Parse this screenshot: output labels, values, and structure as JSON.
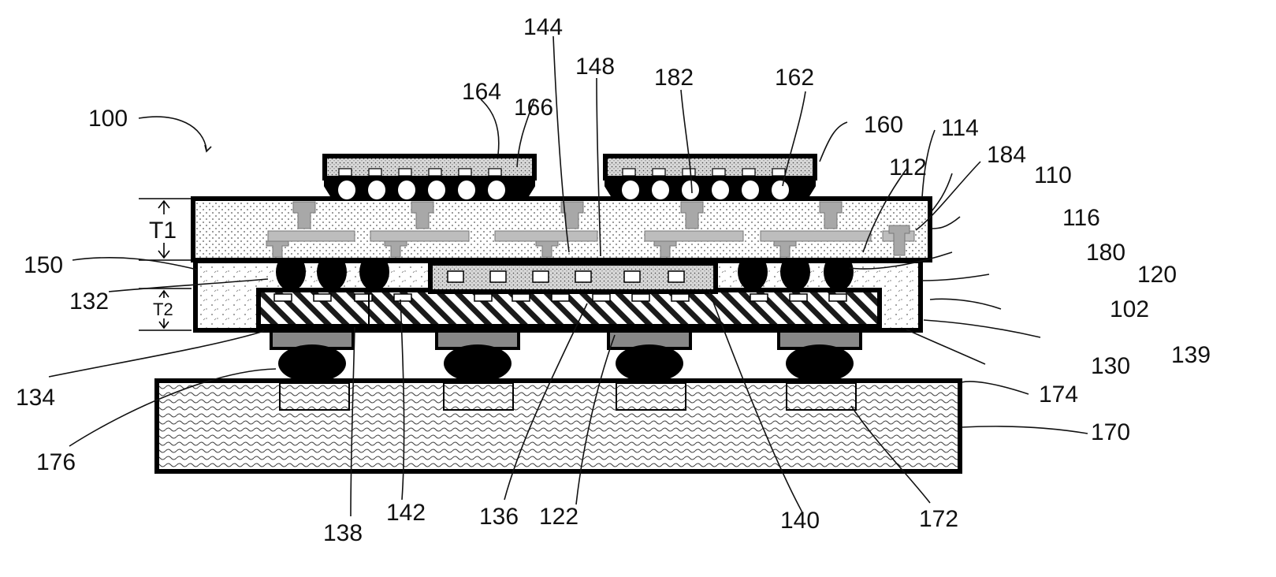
{
  "figure": {
    "labels": {
      "ref_100": "100",
      "ref_102": "102",
      "ref_110": "110",
      "ref_112": "112",
      "ref_114": "114",
      "ref_116": "116",
      "ref_120": "120",
      "ref_122": "122",
      "ref_130": "130",
      "ref_132": "132",
      "ref_134": "134",
      "ref_136": "136",
      "ref_138": "138",
      "ref_139": "139",
      "ref_140": "140",
      "ref_142": "142",
      "ref_144": "144",
      "ref_148": "148",
      "ref_150": "150",
      "ref_160": "160",
      "ref_162": "162",
      "ref_164": "164",
      "ref_166": "166",
      "ref_170": "170",
      "ref_172": "172",
      "ref_174": "174",
      "ref_176": "176",
      "ref_180": "180",
      "ref_182": "182",
      "ref_184": "184",
      "thickness_t1": "T1",
      "thickness_t2": "T2"
    }
  }
}
